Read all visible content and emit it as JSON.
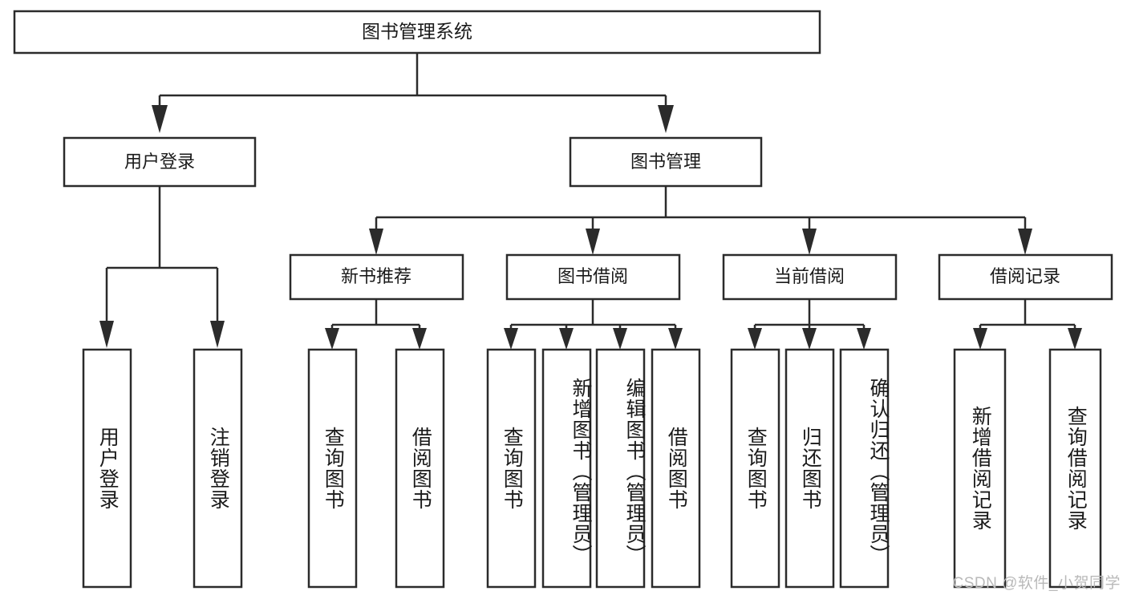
{
  "diagram": {
    "type": "tree-hierarchy-chart",
    "title": "图书管理系统",
    "orientation": "top-down",
    "colors": {
      "box_fill": "#ffffff",
      "box_stroke": "#2b2b2b",
      "text": "#1a1a1a",
      "watermark": "#b9b9b9",
      "background": "#ffffff"
    },
    "root": {
      "label": "图书管理系统"
    },
    "level1": [
      {
        "id": "user-login",
        "label": "用户登录"
      },
      {
        "id": "book-manage",
        "label": "图书管理"
      }
    ],
    "level2": [
      {
        "id": "new-book-recommend",
        "label": "新书推荐",
        "parent": "book-manage"
      },
      {
        "id": "book-borrow",
        "label": "图书借阅",
        "parent": "book-manage"
      },
      {
        "id": "current-borrow",
        "label": "当前借阅",
        "parent": "book-manage"
      },
      {
        "id": "borrow-record",
        "label": "借阅记录",
        "parent": "book-manage"
      }
    ],
    "leaves": [
      {
        "id": "leaf-user-login",
        "label": "用户登录",
        "parent": "user-login"
      },
      {
        "id": "leaf-logout-login",
        "label": "注销登录",
        "parent": "user-login"
      },
      {
        "id": "leaf-query-book-1",
        "label": "查询图书",
        "parent": "new-book-recommend"
      },
      {
        "id": "leaf-borrow-book-1",
        "label": "借阅图书",
        "parent": "new-book-recommend"
      },
      {
        "id": "leaf-query-book-2",
        "label": "查询图书",
        "parent": "book-borrow"
      },
      {
        "id": "leaf-add-book-admin",
        "label": "新增图书（管理员）",
        "parent": "book-borrow"
      },
      {
        "id": "leaf-edit-book-admin",
        "label": "编辑图书（管理员）",
        "parent": "book-borrow"
      },
      {
        "id": "leaf-borrow-book-2",
        "label": "借阅图书",
        "parent": "book-borrow"
      },
      {
        "id": "leaf-query-book-3",
        "label": "查询图书",
        "parent": "current-borrow"
      },
      {
        "id": "leaf-return-book",
        "label": "归还图书",
        "parent": "current-borrow"
      },
      {
        "id": "leaf-confirm-return-admin",
        "label": "确认归还（管理员）",
        "parent": "current-borrow"
      },
      {
        "id": "leaf-add-borrow-record",
        "label": "新增借阅记录",
        "parent": "borrow-record"
      },
      {
        "id": "leaf-query-borrow-record",
        "label": "查询借阅记录",
        "parent": "borrow-record"
      }
    ]
  },
  "watermark": {
    "text": "CSDN @软件_小贺同学"
  }
}
